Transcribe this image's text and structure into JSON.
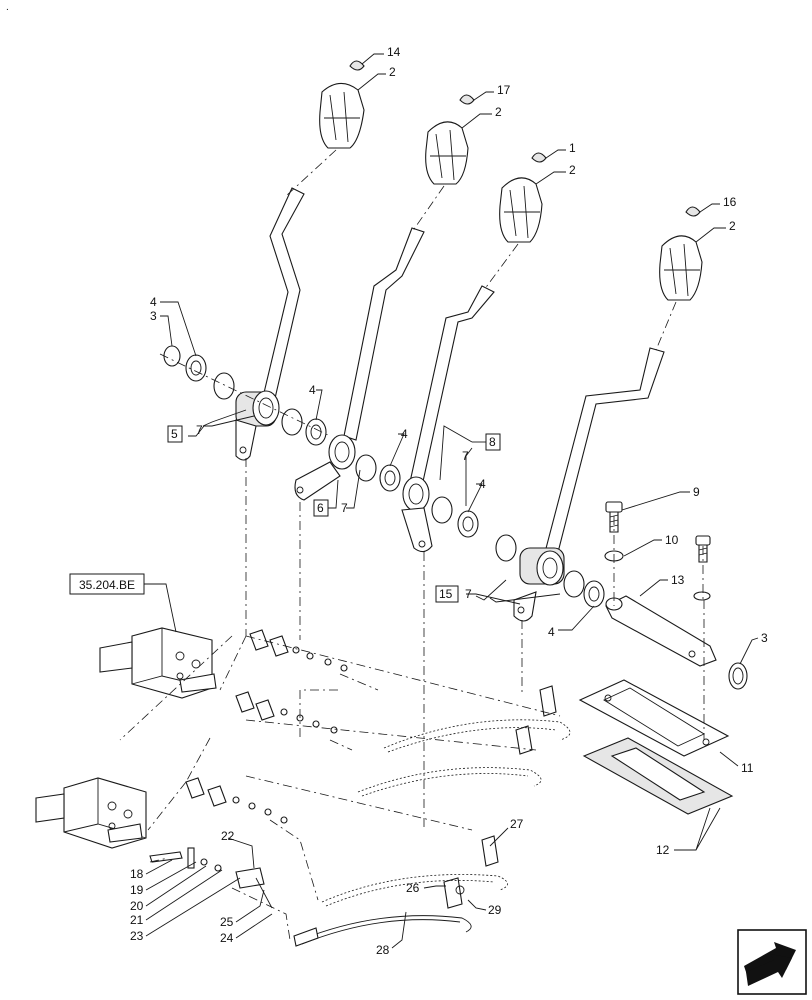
{
  "callouts": {
    "c1": "1",
    "c2": "2",
    "c3": "3",
    "c4": "4",
    "c5": "5",
    "c6": "6",
    "c7": "7",
    "c8": "8",
    "c9": "9",
    "c10": "10",
    "c11": "11",
    "c12": "12",
    "c13": "13",
    "c14": "14",
    "c15": "15",
    "c16": "16",
    "c17": "17",
    "c18": "18",
    "c19": "19",
    "c20": "20",
    "c21": "21",
    "c22": "22",
    "c23": "23",
    "c24": "24",
    "c25": "25",
    "c26": "26",
    "c27": "27",
    "c28": "28",
    "c29": "29"
  },
  "reference": "35.204.BE",
  "corner_mark": "."
}
